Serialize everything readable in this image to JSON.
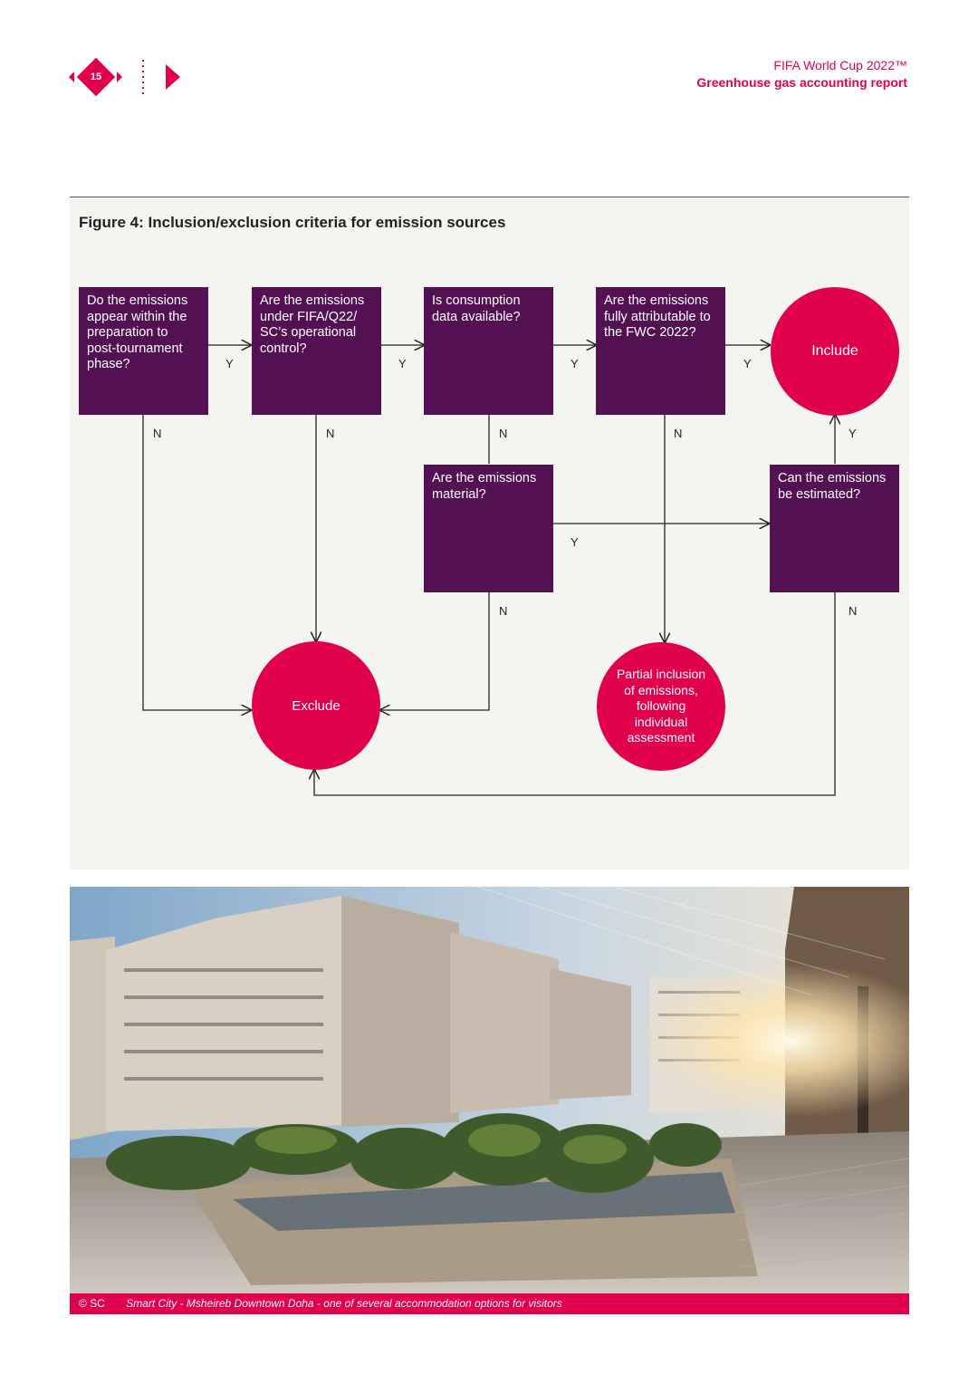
{
  "header": {
    "page_number": "15",
    "report_title": "FIFA World Cup 2022™",
    "report_subtitle": "Greenhouse gas accounting report"
  },
  "figure": {
    "title": "Figure 4: Inclusion/exclusion criteria for emission sources",
    "nodes": {
      "q1": "Do the emissions appear within the preparation to post-tournament phase?",
      "q2": "Are the emissions under FIFA/Q22/ SC’s operational control?",
      "q3": "Is consumption data available?",
      "q4": "Are the emissions fully attributable to the FWC 2022?",
      "q5": "Are the emissions material?",
      "q6": "Can the emissions be estimated?",
      "include": "Include",
      "exclude": "Exclude",
      "partial": "Partial inclusion of emissions, following individual assessment"
    },
    "edge_labels": {
      "yes": "Y",
      "no": "N"
    }
  },
  "photo": {
    "credit": "© SC",
    "caption": "Smart City - Msheireb Downtown Doha - one of several accommodation options for visitors"
  },
  "colors": {
    "brand": "#e0004d",
    "box": "#531153",
    "panel": "#f4f4f1"
  }
}
